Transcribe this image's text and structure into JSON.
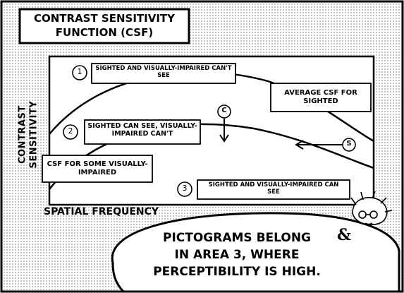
{
  "title": {
    "line1": "Contrast sensitivity",
    "line2": "function (CSF)"
  },
  "axes": {
    "y_label": "Contrast sensitivity",
    "x_label": "Spatial frequency"
  },
  "areas": [
    {
      "number": "1",
      "text": "Sighted and visually-impaired can't see"
    },
    {
      "number": "2",
      "text": "Sighted can see, visually-impaired can't"
    },
    {
      "number": "3",
      "text": "Sighted and visually-impaired can see"
    }
  ],
  "curve_labels": {
    "sighted": "Average CSF for sighted",
    "impaired": "CSF for some visually-impaired"
  },
  "markers": {
    "c": "C",
    "s": "S"
  },
  "speech": {
    "line1": "Pictograms belong",
    "line2": "in area 3, where",
    "line3": "perceptibility is high."
  },
  "colors": {
    "ink": "#000000",
    "paper": "#ffffff",
    "screentone": "#b0b0b0"
  }
}
